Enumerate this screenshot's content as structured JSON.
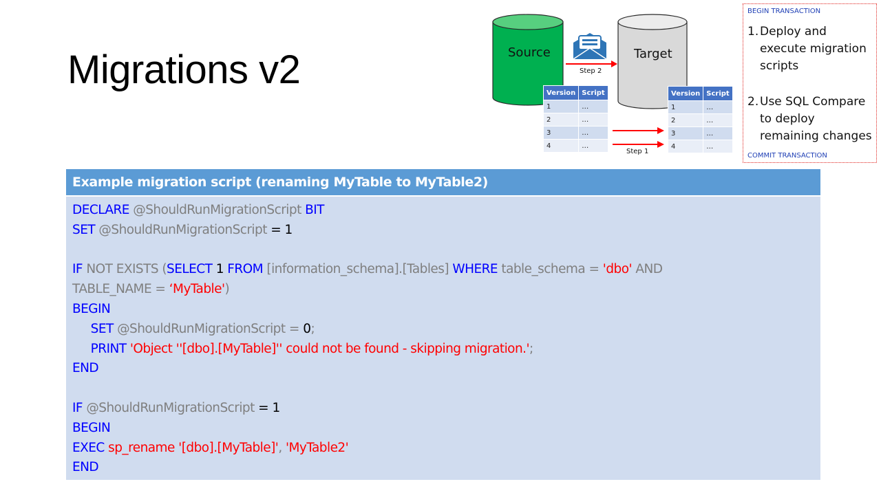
{
  "slide": {
    "title": "Migrations v2"
  },
  "diagram": {
    "source_label": "Source",
    "target_label": "Target",
    "step1_label": "Step 1",
    "step2_label": "Step 2",
    "source_table": {
      "headers": [
        "Version",
        "Script"
      ],
      "rows": [
        [
          "1",
          "…"
        ],
        [
          "2",
          "…"
        ],
        [
          "3",
          "…"
        ],
        [
          "4",
          "…"
        ]
      ]
    },
    "target_table": {
      "headers": [
        "Version",
        "Script"
      ],
      "rows": [
        [
          "1",
          "…"
        ],
        [
          "2",
          "…"
        ],
        [
          "3",
          "…"
        ],
        [
          "4",
          "…"
        ]
      ]
    },
    "colors": {
      "source_db": "#00b050",
      "target_db": "#d9d9d9",
      "arrow": "#ff0000",
      "table_header": "#4472c4",
      "icon": "#2e75b6"
    }
  },
  "transaction": {
    "begin": "BEGIN TRANSACTION",
    "step1_num": "1.",
    "step1_text": "Deploy and execute migration scripts",
    "step2_num": "2.",
    "step2_text": "Use SQL Compare to deploy remaining changes",
    "commit": "COMMIT TRANSACTION"
  },
  "code": {
    "header": "Example migration script (renaming MyTable to MyTable2)",
    "l1_kw": "DECLARE ",
    "l1_var": "@ShouldRunMigrationScript",
    "l1_type": " BIT",
    "l2_kw": "SET ",
    "l2_var": "@ShouldRunMigrationScript",
    "l2_rest": " = 1",
    "l4_if": "IF ",
    "l4_notexists": "NOT EXISTS (",
    "l4_select": "SELECT ",
    "l4_one": "1 ",
    "l4_from": "FROM ",
    "l4_obj": "[information_schema].[Tables] ",
    "l4_where": "WHERE ",
    "l4_col": "table_schema = ",
    "l4_str": "'dbo'",
    "l4_and": " AND",
    "l5_col": "TABLE_NAME = ",
    "l5_str": "‘MyTable'",
    "l5_close": ")",
    "l6_begin": "BEGIN",
    "l7_indent": "     ",
    "l7_set": "SET ",
    "l7_var": "@ShouldRunMigrationScript",
    "l7_eq": " = ",
    "l7_zero": "0",
    "l7_semi": ";",
    "l8_indent": "     ",
    "l8_print": "PRINT ",
    "l8_str": "'Object ''[dbo].[MyTable]'' could not be found - skipping migration.'",
    "l8_semi": ";",
    "l9_end": "END",
    "l11_if": "IF ",
    "l11_var": "@ShouldRunMigrationScript",
    "l11_rest": " = 1",
    "l12_begin": "BEGIN",
    "l13_exec": "EXEC ",
    "l13_proc": "sp_rename ",
    "l13_str1": "'[dbo].[MyTable]'",
    "l13_comma": ", ",
    "l13_str2": "'MyTable2'",
    "l14_end": "END"
  }
}
